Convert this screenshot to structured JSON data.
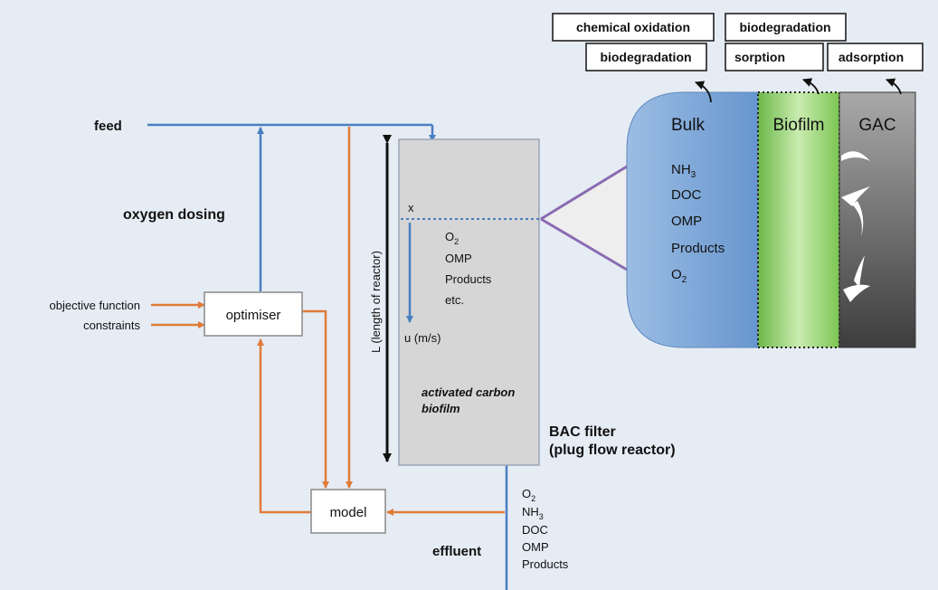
{
  "labels": {
    "feed": "feed",
    "oxygen_dosing": "oxygen dosing",
    "objective_function": "objective function",
    "constraints": "constraints",
    "optimiser": "optimiser",
    "model": "model",
    "effluent": "effluent",
    "reactor_length": "L (length of reactor)",
    "x": "x",
    "velocity": "u (m/s)",
    "reactor_species": {
      "o2": "O",
      "o2_sub": "2",
      "omp": "OMP",
      "products": "Products",
      "etc": "etc."
    },
    "carbon_line1": "activated carbon",
    "carbon_line2": "biofilm",
    "bac_line1": "BAC filter",
    "bac_line2": "(plug flow reactor)",
    "effluent_species": {
      "o2": "O",
      "o2_sub": "2",
      "nh3": "NH",
      "nh3_sub": "3",
      "doc": "DOC",
      "omp": "OMP",
      "products": "Products"
    },
    "bulk": "Bulk",
    "biofilm": "Biofilm",
    "gac": "GAC",
    "bulk_species": {
      "nh3": "NH",
      "nh3_sub": "3",
      "doc": "DOC",
      "omp": "OMP",
      "products": "Products",
      "o2": "O",
      "o2_sub": "2"
    },
    "process_boxes": {
      "chemical_oxidation": "chemical oxidation",
      "bulk_biodegradation": "biodegradation",
      "biofilm_biodegradation": "biodegradation",
      "sorption": "sorption",
      "adsorption": "adsorption"
    }
  },
  "colors": {
    "blue_line": "#4a7fc1",
    "orange_line": "#e07b39",
    "purple_line": "#8a6bb3",
    "reactor_fill": "#d6d6d6",
    "bulk_fill": "#6f9ed3",
    "biofilm_fill": "#8ccf5c",
    "gac_fill": "#6d6d6d"
  }
}
